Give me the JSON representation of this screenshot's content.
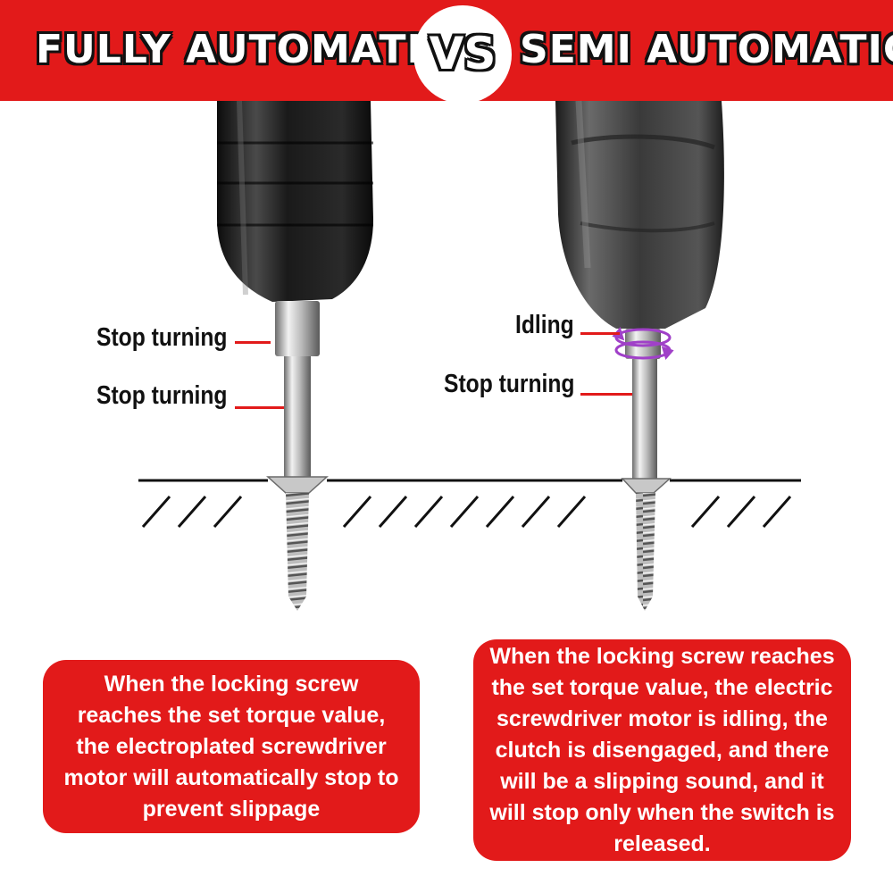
{
  "header": {
    "left_title": "FULLY AUTOMATIC",
    "vs": "VS",
    "right_title": "SEMI AUTOMATIC",
    "background_color": "#e21a1a"
  },
  "left_panel": {
    "labels": [
      "Stop turning",
      "Stop turning"
    ],
    "description": "When the locking screw reaches the set torque value, the electroplated screwdriver motor will automatically stop to prevent slippage"
  },
  "right_panel": {
    "labels": [
      "Idling",
      "Stop turning"
    ],
    "description": "When the locking screw reaches the set torque value, the electric screwdriver motor is idling, the clutch is disengaged, and there will be a slipping sound, and it will stop only when the switch is released."
  },
  "colors": {
    "accent": "#e21a1a",
    "idle_arrows": "#a040c8",
    "ink": "#111111"
  }
}
